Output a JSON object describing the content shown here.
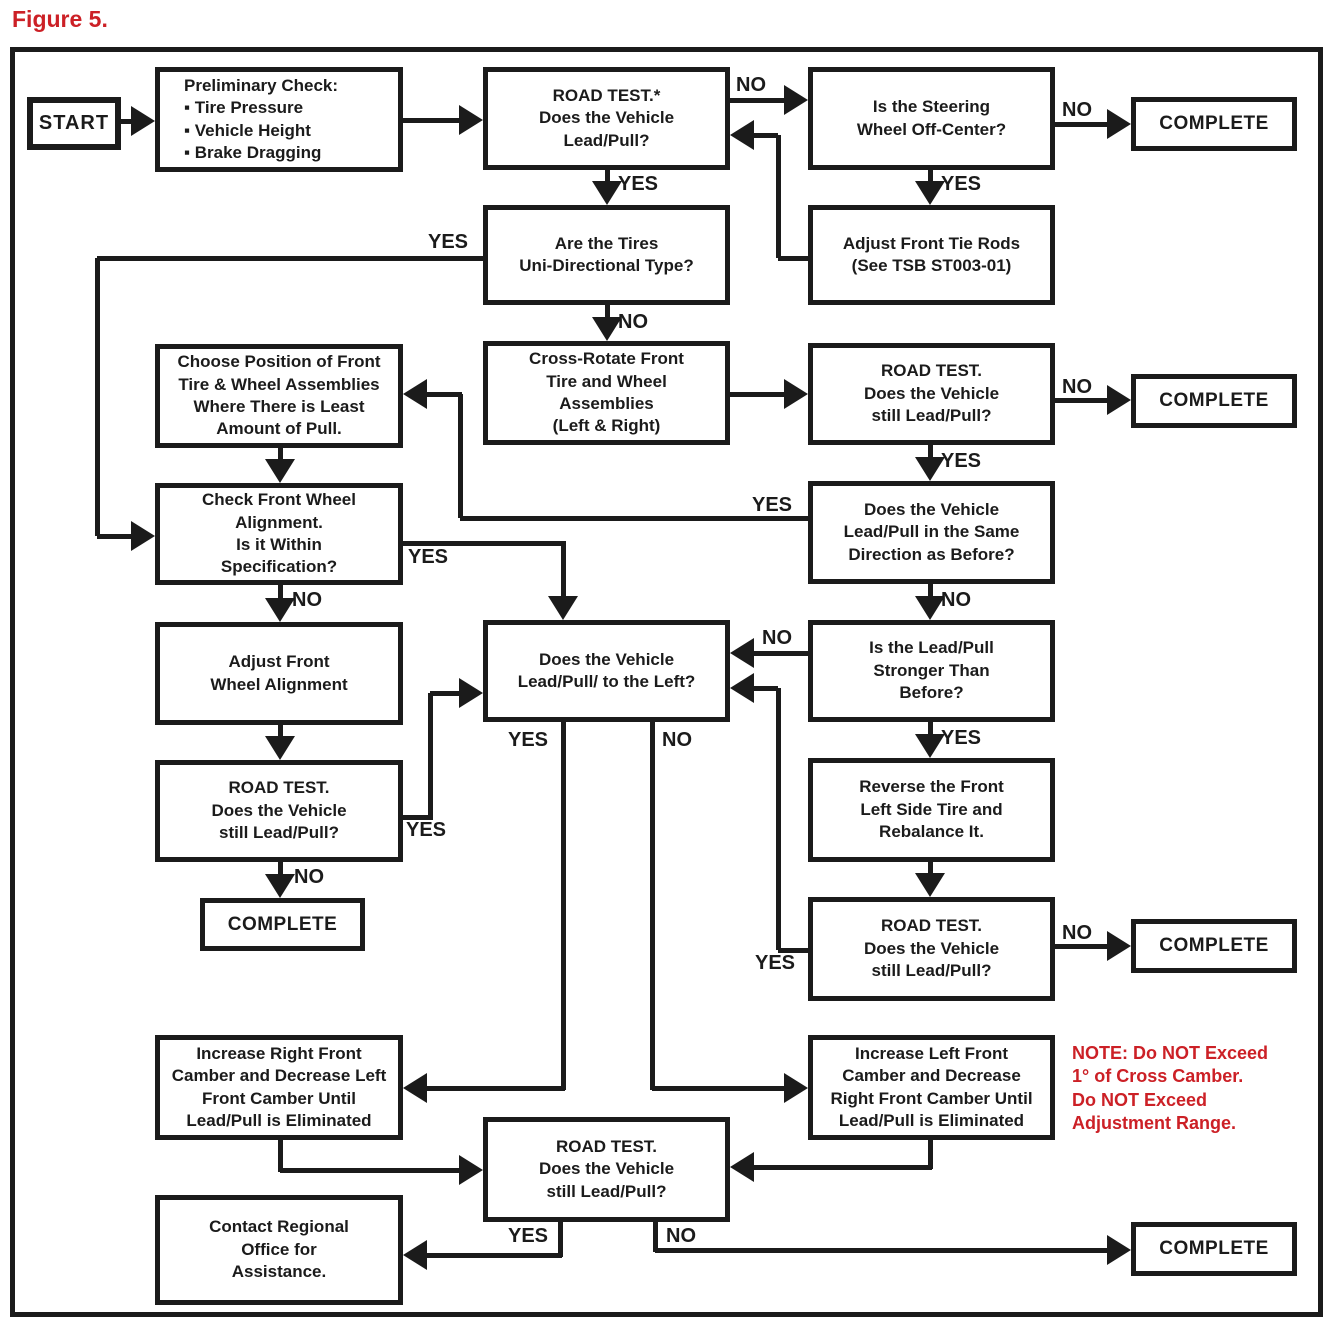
{
  "figure_label": "Figure 5.",
  "colors": {
    "ink": "#1b1b1b",
    "red": "#cc2026",
    "background": "#ffffff"
  },
  "nodes": {
    "start": {
      "text": "START"
    },
    "preliminary": {
      "text": "Preliminary Check:\n▪ Tire Pressure\n▪ Vehicle Height\n▪ Brake Dragging"
    },
    "road_test_initial": {
      "text": "ROAD TEST.*\nDoes the Vehicle\nLead/Pull?"
    },
    "steering_offcenter": {
      "text": "Is the Steering\nWheel Off-Center?"
    },
    "complete_top": {
      "text": "COMPLETE"
    },
    "adjust_tie_rods": {
      "text": "Adjust Front Tie Rods\n(See TSB ST003-01)"
    },
    "tires_unidirectional": {
      "text": "Are the Tires\nUni-Directional Type?"
    },
    "choose_position": {
      "text": "Choose Position of Front\nTire & Wheel Assemblies\nWhere There is Least\nAmount of Pull."
    },
    "cross_rotate": {
      "text": "Cross-Rotate Front\nTire and Wheel\nAssemblies\n(Left & Right)"
    },
    "road_test_after_rotate": {
      "text": "ROAD TEST.\nDoes the Vehicle\nstill Lead/Pull?"
    },
    "complete_after_rotate": {
      "text": "COMPLETE"
    },
    "same_direction": {
      "text": "Does the Vehicle\nLead/Pull in the Same\nDirection as Before?"
    },
    "check_alignment": {
      "text": "Check Front Wheel\nAlignment.\nIs it Within\nSpecification?"
    },
    "adjust_alignment": {
      "text": "Adjust Front\nWheel Alignment"
    },
    "lead_pull_left": {
      "text": "Does the Vehicle\nLead/Pull/ to the Left?"
    },
    "stronger_than_before": {
      "text": "Is the Lead/Pull\nStronger Than\nBefore?"
    },
    "road_test_after_alignment": {
      "text": "ROAD TEST.\nDoes the Vehicle\nstill Lead/Pull?"
    },
    "complete_after_alignment": {
      "text": "COMPLETE"
    },
    "reverse_left_tire": {
      "text": "Reverse the Front\nLeft Side Tire and\nRebalance It."
    },
    "road_test_after_reverse": {
      "text": "ROAD TEST.\nDoes the Vehicle\nstill Lead/Pull?"
    },
    "complete_after_reverse": {
      "text": "COMPLETE"
    },
    "increase_right_camber": {
      "text": "Increase Right Front\nCamber and Decrease Left\nFront Camber Until\nLead/Pull is Eliminated"
    },
    "increase_left_camber": {
      "text": "Increase Left Front\nCamber and Decrease\nRight Front Camber Until\nLead/Pull is Eliminated"
    },
    "road_test_final": {
      "text": "ROAD TEST.\nDoes the Vehicle\nstill Lead/Pull?"
    },
    "contact_regional": {
      "text": "Contact Regional\nOffice for\nAssistance."
    },
    "complete_final": {
      "text": "COMPLETE"
    }
  },
  "edge_labels": {
    "initial_no": "NO",
    "initial_yes": "YES",
    "steering_no": "NO",
    "steering_yes": "YES",
    "tires_yes": "YES",
    "tires_no": "NO",
    "rotate_no": "NO",
    "rotate_yes": "YES",
    "samedir_yes": "YES",
    "samedir_no": "NO",
    "check_yes": "YES",
    "check_no": "NO",
    "stronger_no": "NO",
    "stronger_yes": "YES",
    "alignment_rt_yes": "YES",
    "alignment_rt_no": "NO",
    "reverse_rt_no": "NO",
    "reverse_rt_yes": "YES",
    "center_yes": "YES",
    "center_no": "NO",
    "final_rt_yes": "YES",
    "final_rt_no": "NO"
  },
  "note": {
    "text": "NOTE: Do NOT Exceed\n1° of Cross Camber.\nDo NOT Exceed\nAdjustment Range."
  }
}
